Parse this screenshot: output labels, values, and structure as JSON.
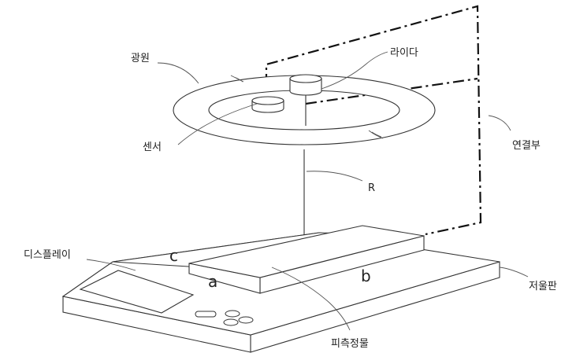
{
  "labels": {
    "light_source": "광원",
    "lidar": "라이다",
    "sensor": "센서",
    "connector": "연결부",
    "ray": "R",
    "display": "디스플레이",
    "scale_plate": "저울판",
    "measured_object": "피측정물",
    "dim_a": "a",
    "dim_b": "b",
    "dim_c": "c"
  },
  "colors": {
    "line": "#333333",
    "background": "#ffffff"
  }
}
